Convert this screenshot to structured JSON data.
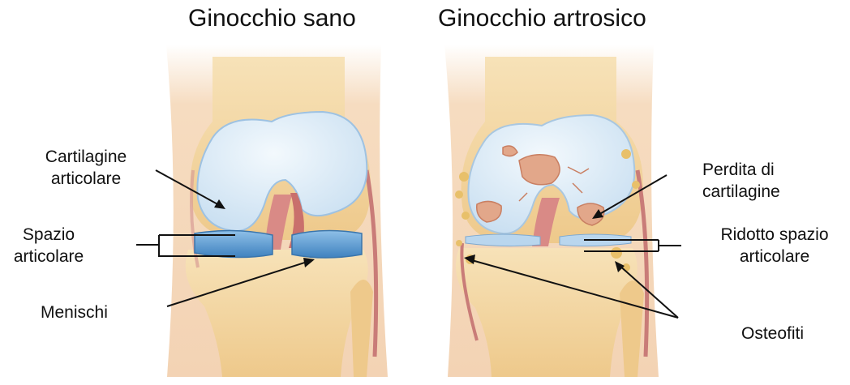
{
  "titles": {
    "healthy": "Ginocchio sano",
    "arthritic": "Ginocchio artrosico"
  },
  "labels": {
    "articular_cartilage_1": "Cartilagine",
    "articular_cartilage_2": "articolare",
    "joint_space_1": "Spazio",
    "joint_space_2": "articolare",
    "menisci": "Menischi",
    "cartilage_loss_1": "Perdita di",
    "cartilage_loss_2": "cartilagine",
    "reduced_space_1": "Ridotto spazio",
    "reduced_space_2": "articolare",
    "osteophytes": "Osteofiti"
  },
  "colors": {
    "skin": "#f6dcc0",
    "bone": "#f1d39a",
    "cartilage": "#dcecf8",
    "meniscus": "#5f9fd4",
    "ligament": "#d98a86",
    "lesion": "#e2a78a"
  }
}
